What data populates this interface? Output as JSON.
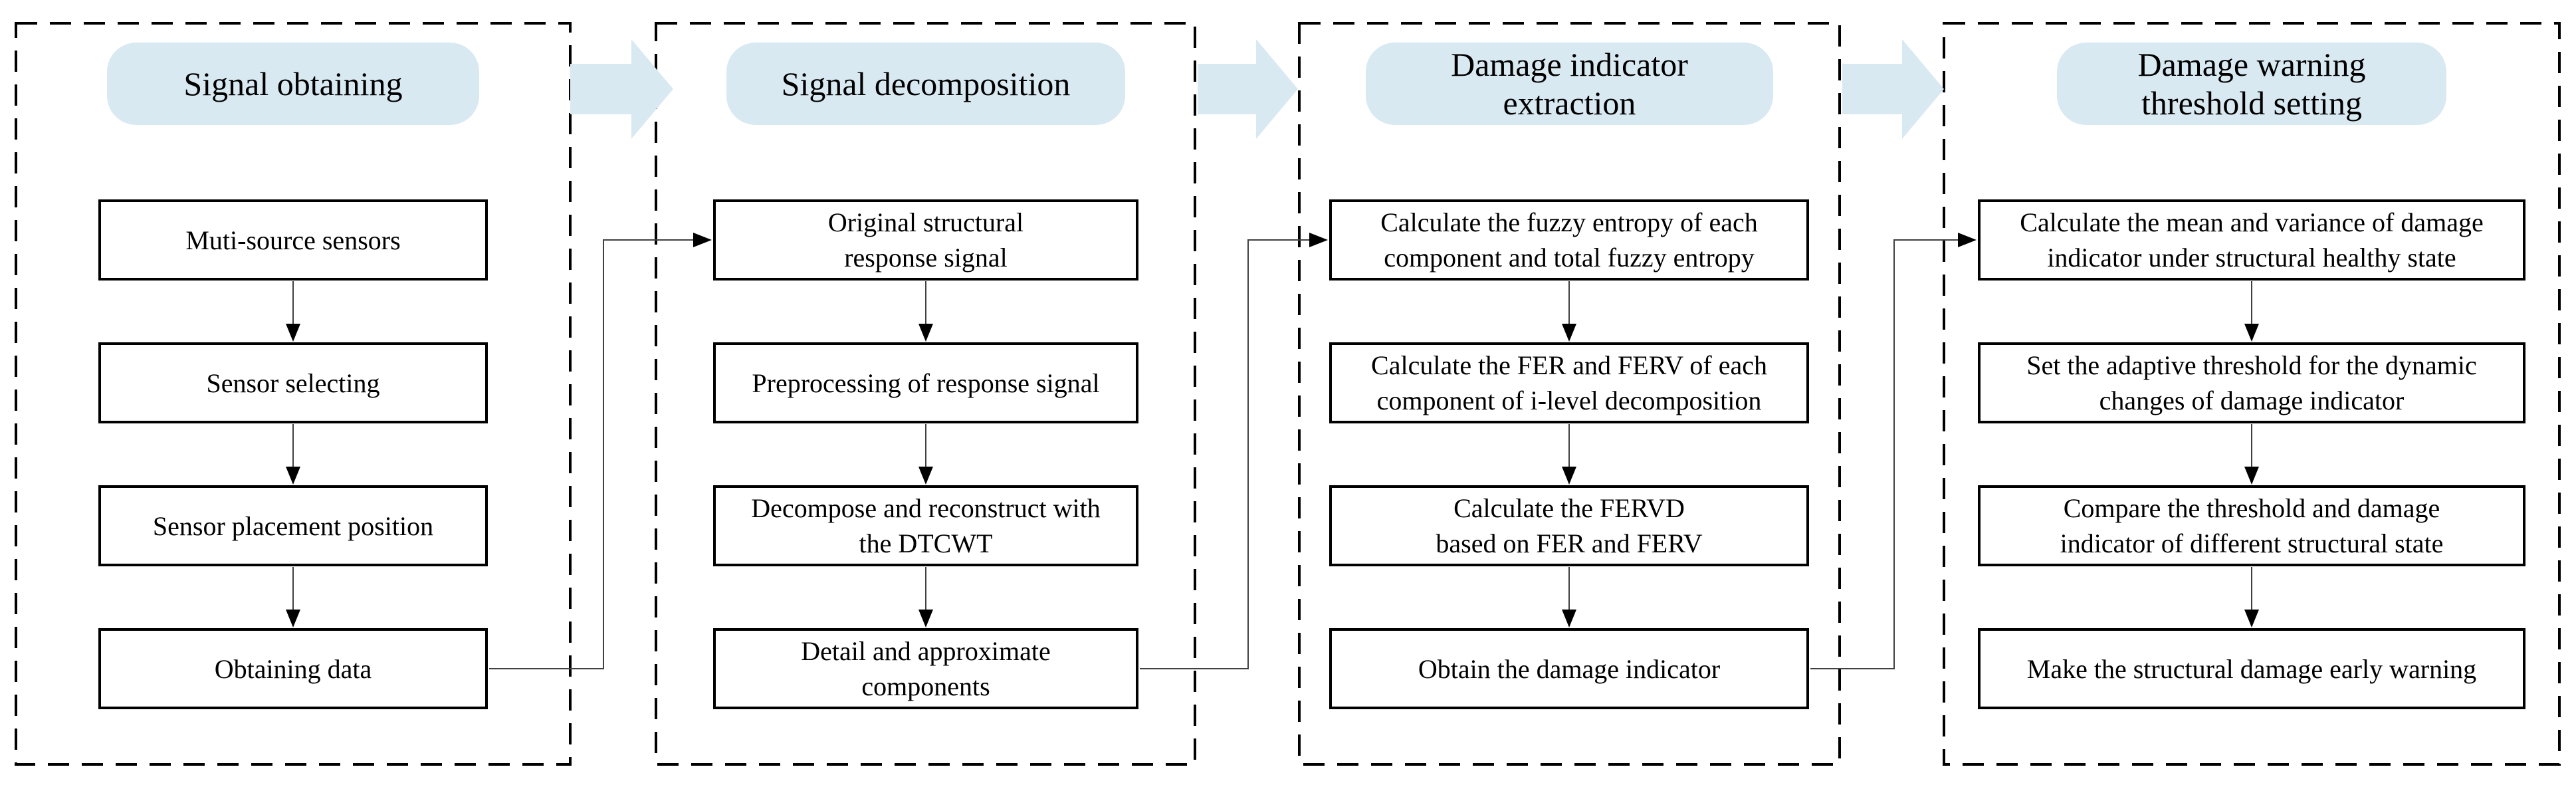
{
  "figure": {
    "type": "flowchart",
    "description": "Structural damage early-warning workflow with four dashed stage panels"
  },
  "colors": {
    "accent_light_blue": "#d9e9f2",
    "box_border": "#000000",
    "connector": "#404040",
    "background": "#ffffff"
  },
  "icons": {
    "stage_flow_arrow": "thick light-blue right arrow between stage panels",
    "step_arrow": "thin black down arrow between step boxes",
    "stage_connector": "thin elbow line with arrowhead linking last step of a stage to first step of the next stage"
  },
  "stages": [
    {
      "title": "Signal obtaining",
      "steps": [
        "Muti-source sensors",
        "Sensor selecting",
        "Sensor placement position",
        "Obtaining  data"
      ]
    },
    {
      "title": "Signal decomposition",
      "steps": [
        "Original structural\nresponse signal",
        "Preprocessing of response signal",
        "Decompose and reconstruct with\nthe DTCWT",
        "Detail and approximate\ncomponents"
      ]
    },
    {
      "title": "Damage indicator\nextraction",
      "steps": [
        "Calculate the fuzzy entropy of each\ncomponent and total fuzzy entropy",
        "Calculate the  FER and FERV of each\ncomponent of i-level decomposition",
        "Calculate the  FERVD\nbased on FER and FERV",
        "Obtain the damage indicator"
      ]
    },
    {
      "title": "Damage warning\nthreshold setting",
      "steps": [
        "Calculate the mean and variance of damage\nindicator under structural healthy state",
        "Set the adaptive threshold for the dynamic\nchanges of  damage indicator",
        "Compare the threshold and damage\nindicator of different structural state",
        "Make the structural damage early warning"
      ]
    }
  ]
}
